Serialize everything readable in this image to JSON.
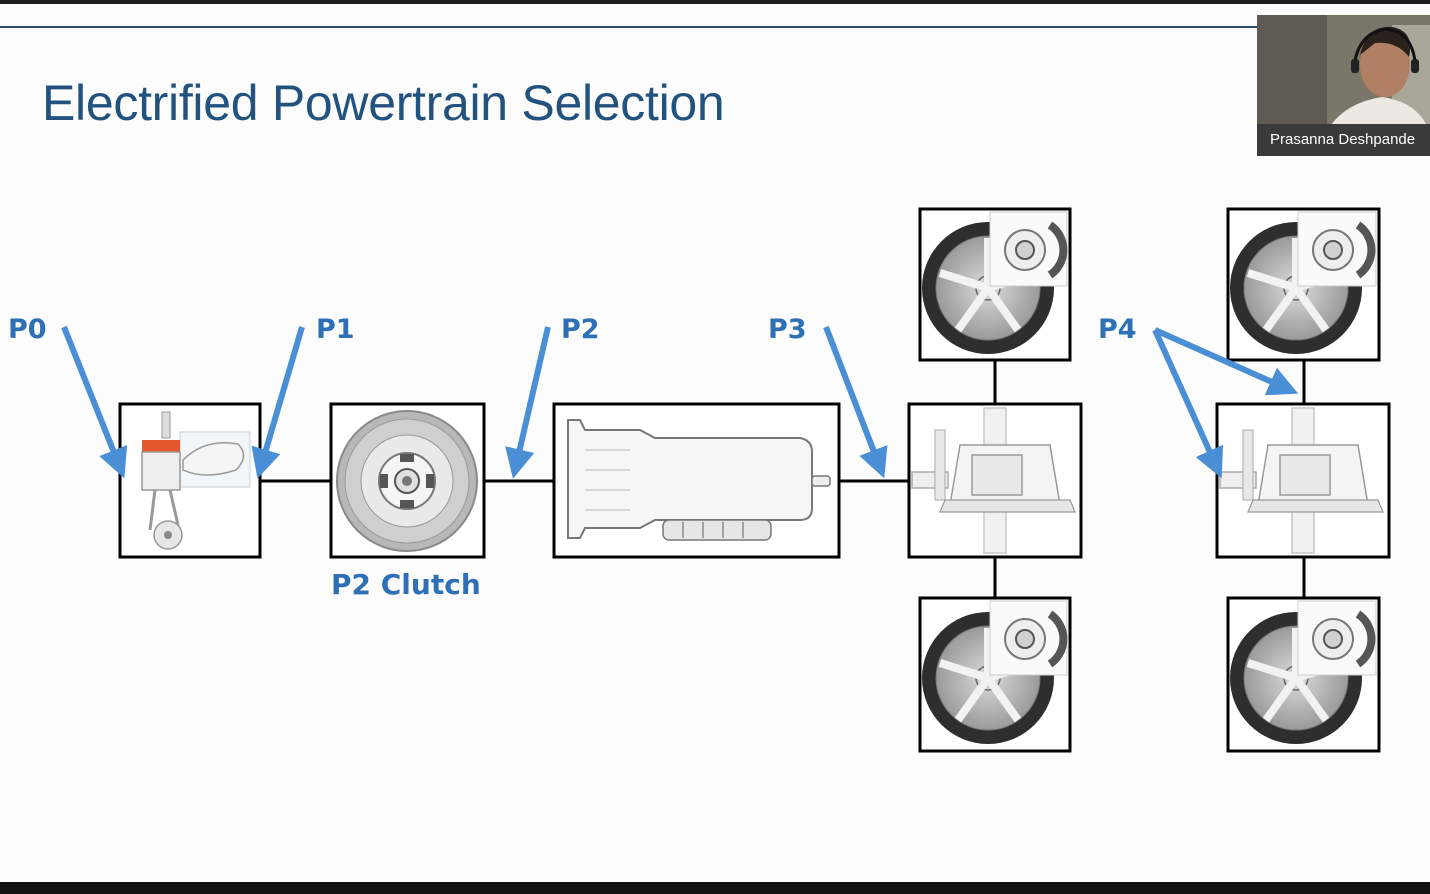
{
  "slide": {
    "title": "Electrified Powertrain Selection"
  },
  "diagram": {
    "labels": {
      "p0": "P0",
      "p1": "P1",
      "p2": "P2",
      "p3": "P3",
      "p4": "P4",
      "p2_clutch": "P2 Clutch"
    }
  },
  "webcam": {
    "participant_name": "Prasanna Deshpande"
  },
  "colors": {
    "title": "#22537f",
    "arrow": "#4a8fd6",
    "label": "#2e6fb5"
  }
}
